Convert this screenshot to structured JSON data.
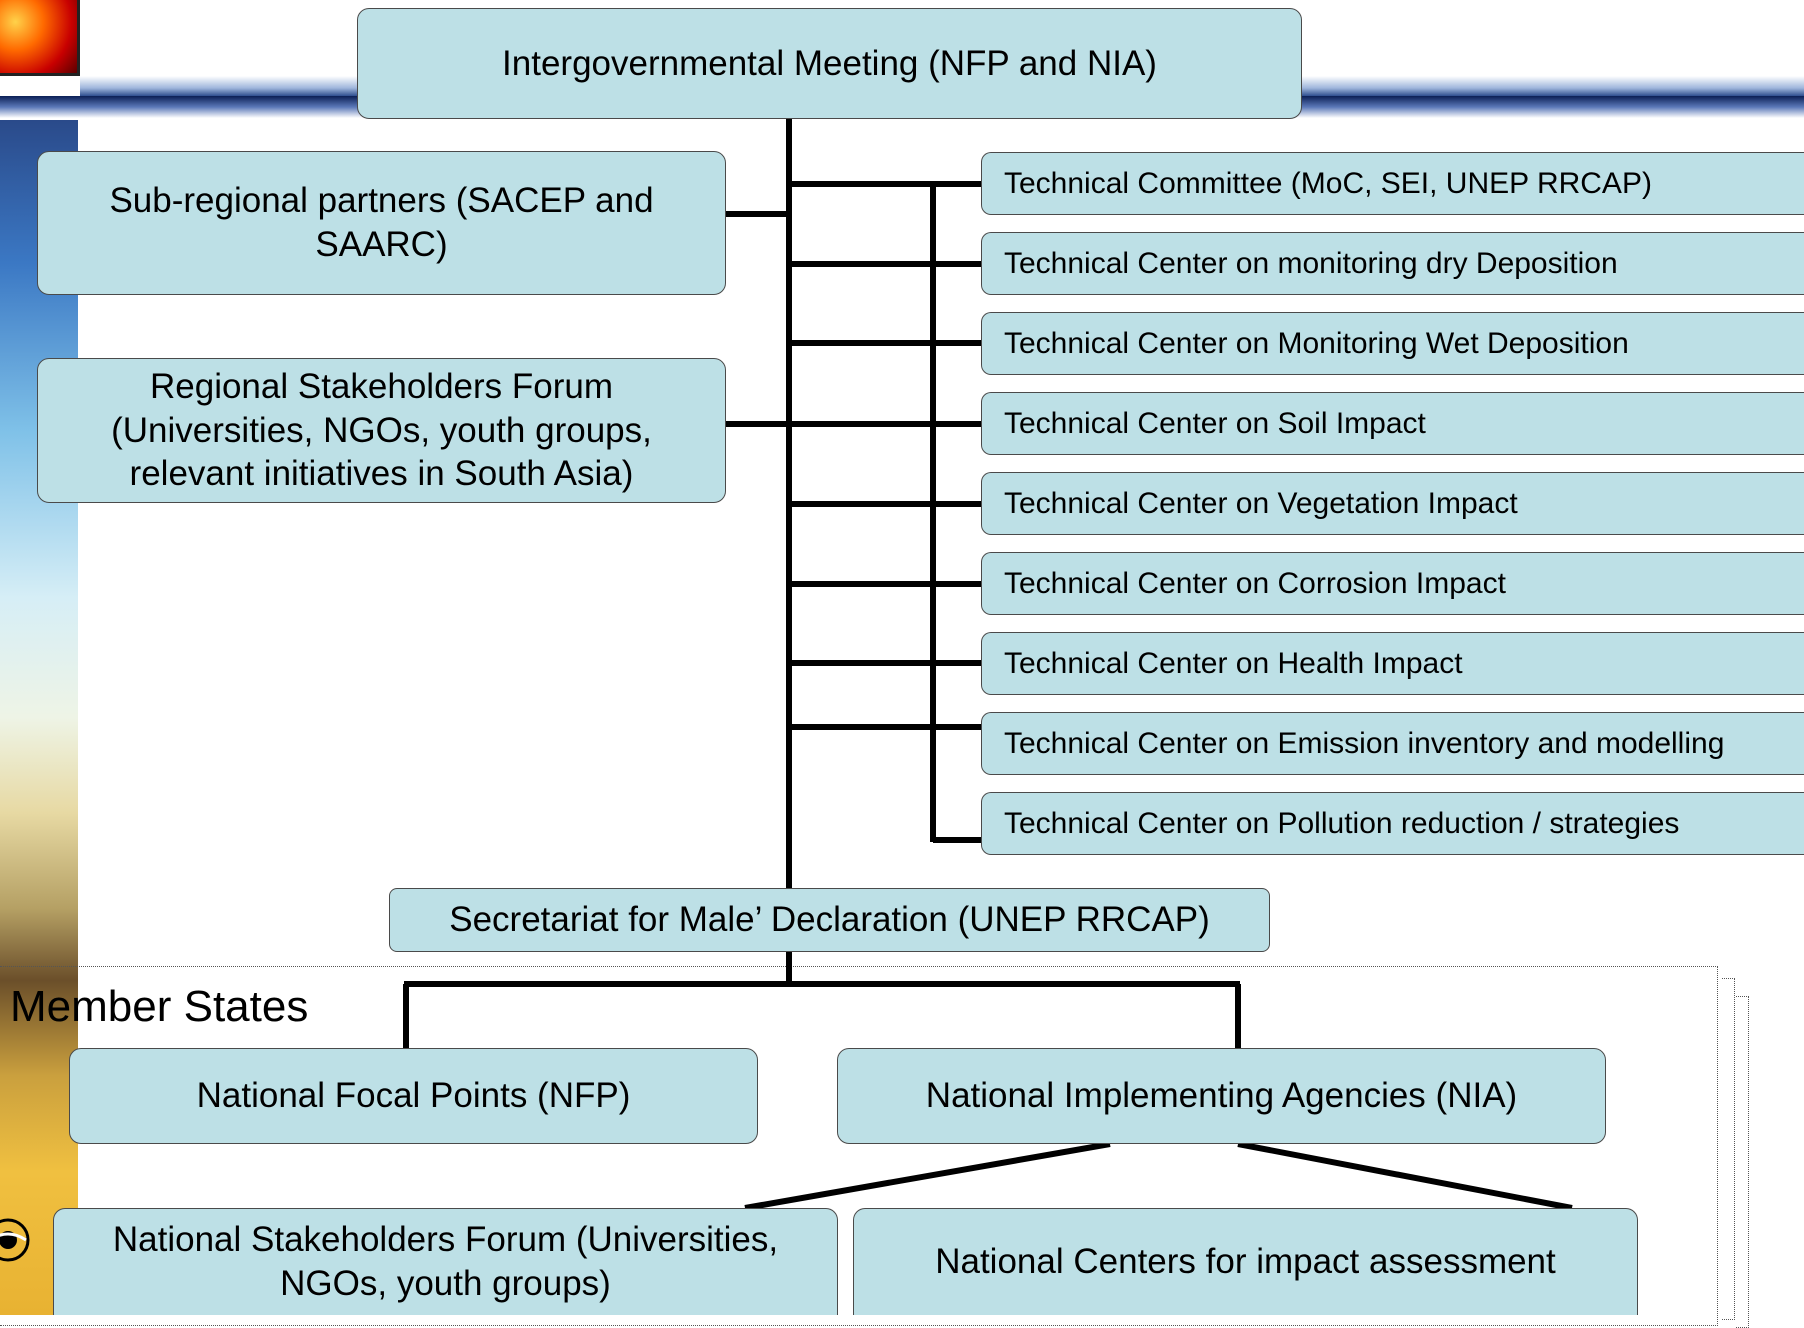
{
  "top": {
    "label": "Intergovernmental Meeting (NFP and NIA)"
  },
  "left_partners": [
    {
      "label": "Sub-regional partners (SACEP and SAARC)"
    },
    {
      "label": "Regional Stakeholders Forum (Universities, NGOs, youth groups, relevant initiatives in South Asia)"
    }
  ],
  "technical": [
    {
      "label": "Technical Committee (MoC, SEI, UNEP RRCAP)"
    },
    {
      "label": "Technical Center on monitoring dry Deposition"
    },
    {
      "label": "Technical Center on Monitoring Wet Deposition"
    },
    {
      "label": "Technical Center on Soil Impact"
    },
    {
      "label": "Technical Center on Vegetation Impact"
    },
    {
      "label": "Technical Center on Corrosion Impact"
    },
    {
      "label": "Technical Center on Health Impact"
    },
    {
      "label": "Technical Center on Emission inventory and modelling"
    },
    {
      "label": "Technical Center on Pollution reduction / strategies"
    }
  ],
  "secretariat": {
    "label": "Secretariat for Male’ Declaration (UNEP RRCAP)"
  },
  "member_states": {
    "label": "Member States",
    "nfp": "National Focal Points (NFP)",
    "nia": "National Implementing Agencies (NIA)",
    "stakeholders": "National Stakeholders Forum (Universities, NGOs, youth groups)",
    "centers": "National Centers for impact assessment"
  },
  "colors": {
    "box_fill": "#bde0e6",
    "line": "#000000"
  }
}
